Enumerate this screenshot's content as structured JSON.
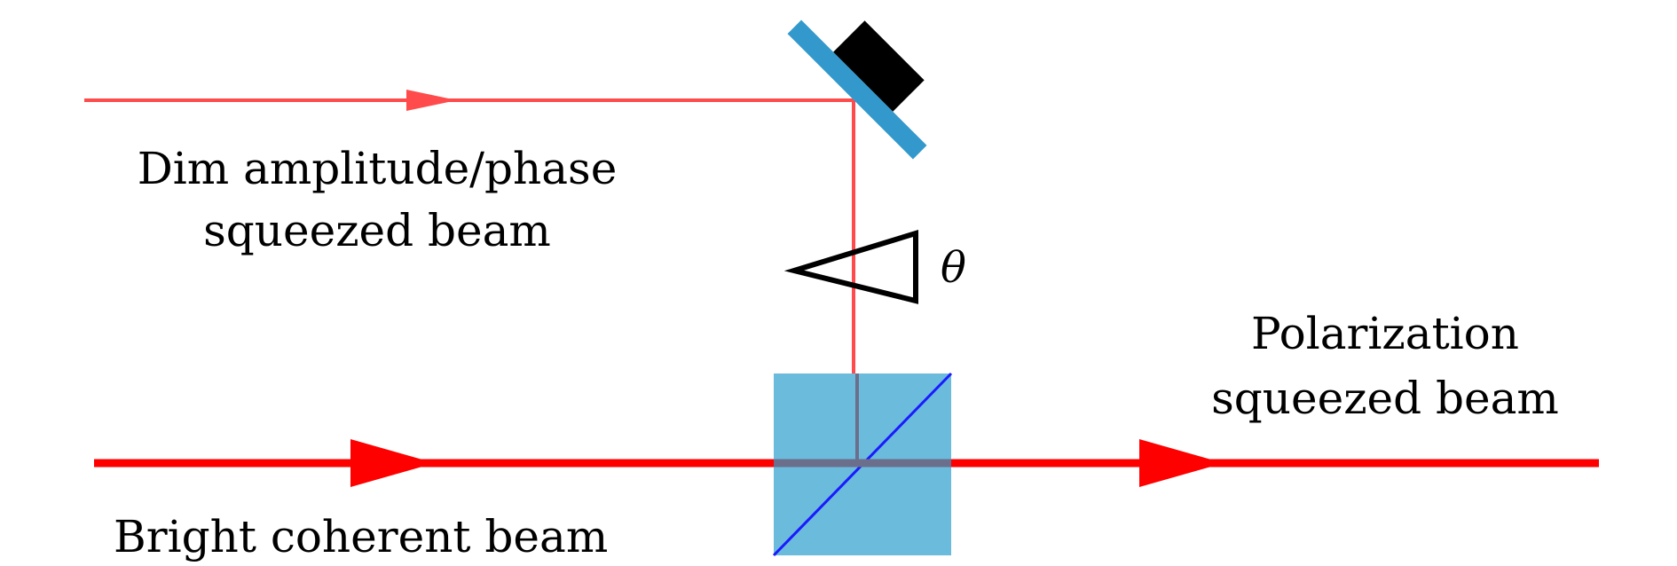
{
  "labels": {
    "dim_beam_line1": "Dim amplitude/phase",
    "dim_beam_line2": "squeezed beam",
    "bright_beam": "Bright coherent beam",
    "polarization_line1": "Polarization",
    "polarization_line2": "squeezed beam",
    "theta": "θ"
  },
  "colors": {
    "beam": "#ff0000",
    "dim_beam": "#ff4b4b",
    "mirror": "#3399cc",
    "mirror_mount": "#000000",
    "splitter_cube": "#6bbbdc",
    "splitter_diagonal": "#1a1aff"
  }
}
